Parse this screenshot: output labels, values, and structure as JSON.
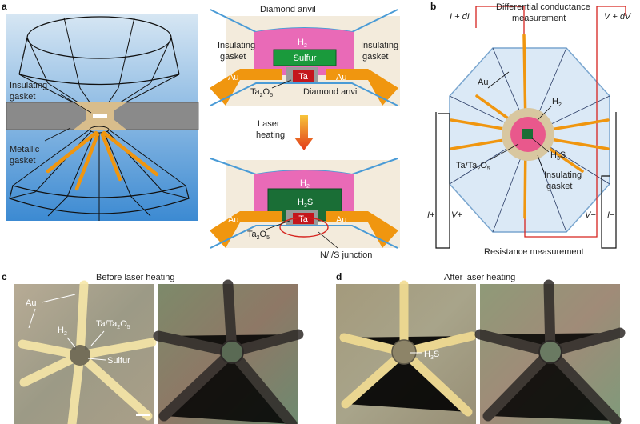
{
  "panels": {
    "a": "a",
    "b": "b",
    "c": "c",
    "d": "d"
  },
  "panel_a": {
    "left": {
      "insulating_gasket": [
        "Insulating",
        "gasket"
      ],
      "metallic_gasket": [
        "Metallic",
        "gasket"
      ]
    },
    "top_cell": {
      "diamond_anvil_top": "Diamond anvil",
      "diamond_anvil_bottom": "Diamond anvil",
      "h2": "H",
      "h2_sub": "2",
      "sulfur": "Sulfur",
      "ta": "Ta",
      "ta2o5": "Ta",
      "ta2o5_sub1": "2",
      "ta2o5_o": "O",
      "ta2o5_sub2": "5",
      "au_left": "Au",
      "au_right": "Au",
      "insulating_left": [
        "Insulating",
        "gasket"
      ],
      "insulating_right": [
        "Insulating",
        "gasket"
      ]
    },
    "arrow_label": [
      "Laser",
      "heating"
    ],
    "bottom_cell": {
      "h2": "H",
      "h2_sub": "2",
      "h3s": "H",
      "h3s_sub": "3",
      "h3s_s": "S",
      "ta": "Ta",
      "au_left": "Au",
      "au_right": "Au",
      "ta2o5": "Ta",
      "ta2o5_sub1": "2",
      "ta2o5_o": "O",
      "ta2o5_sub2": "5",
      "junction": "N/I/S junction"
    }
  },
  "panel_b": {
    "diff_title": [
      "Differential conductance",
      "measurement"
    ],
    "i_di": "I + dI",
    "v_dv": "V + dV",
    "au": "Au",
    "h2": "H",
    "h2_sub": "2",
    "h3s": "H",
    "h3s_sub": "3",
    "h3s_s": "S",
    "tata2o5": "Ta/Ta",
    "tata2o5_sub1": "2",
    "tata2o5_o": "O",
    "tata2o5_sub2": "5",
    "insulating": [
      "Insulating",
      "gasket"
    ],
    "i_plus": "I+",
    "v_plus": "V+",
    "v_minus": "V−",
    "i_minus": "I−",
    "resistance": "Resistance measurement"
  },
  "panel_c": {
    "title": "Before laser heating",
    "au": "Au",
    "tata2o5": "Ta/Ta",
    "tata2o5_sub1": "2",
    "tata2o5_o": "O",
    "tata2o5_sub2": "5",
    "h2": "H",
    "h2_sub": "2",
    "sulfur": "Sulfur"
  },
  "panel_d": {
    "title": "After laser heating",
    "h3s": "H",
    "h3s_sub": "3",
    "h3s_s": "S"
  },
  "colors": {
    "pink": "#e96ab7",
    "green": "#1a7a3c",
    "gold": "#f0960f",
    "red": "#d6241f",
    "sky_top": "#c8def0",
    "sky_bottom": "#3f8fd6",
    "octagon": "#dbe9f6"
  }
}
